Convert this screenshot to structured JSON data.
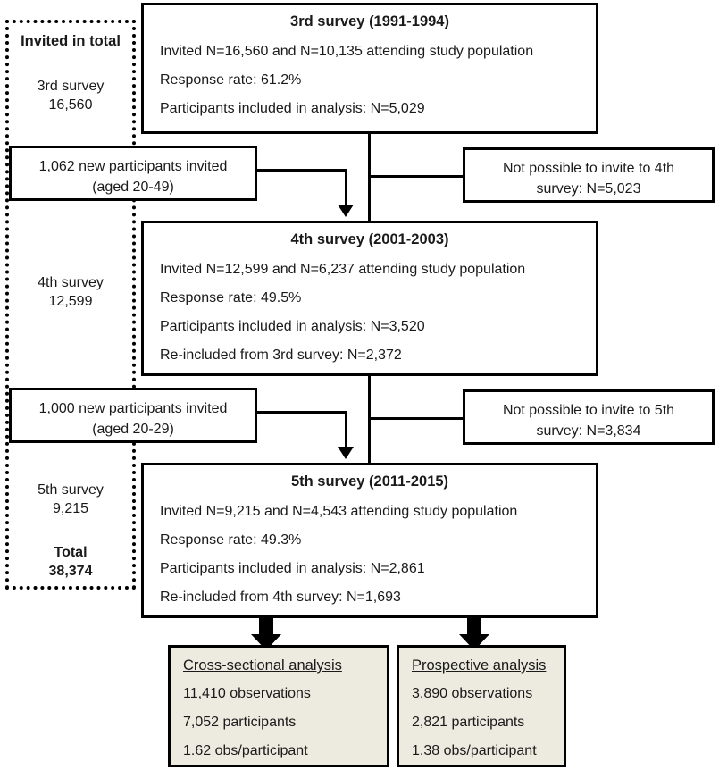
{
  "sidebar": {
    "heading": "Invited in total",
    "entries": [
      {
        "label": "3rd survey",
        "value": "16,560",
        "bold": false
      },
      {
        "label": "4th survey",
        "value": "12,599",
        "bold": false
      },
      {
        "label": "5th survey",
        "value": "9,215",
        "bold": false
      },
      {
        "label": "Total",
        "value": "38,374",
        "bold": true
      }
    ]
  },
  "surveys": [
    {
      "title": "3rd survey (1991-1994)",
      "lines": [
        "Invited N=16,560 and N=10,135 attending study population",
        "Response rate: 61.2%",
        "Participants  included in analysis: N=5,029"
      ]
    },
    {
      "title": "4th survey (2001-2003)",
      "lines": [
        "Invited N=12,599 and N=6,237 attending study population",
        "Response rate: 49.5%",
        "Participants included in analysis: N=3,520",
        "Re-included from 3rd survey: N=2,372"
      ]
    },
    {
      "title": "5th survey (2011-2015)",
      "lines": [
        "Invited N=9,215 and N=4,543 attending study population",
        "Response rate: 49.3%",
        "Participants included in analysis: N=2,861",
        "Re-included from 4th survey: N=1,693"
      ]
    }
  ],
  "new_participants": [
    {
      "line1": "1,062 new participants invited",
      "line2": "(aged 20-49)"
    },
    {
      "line1": "1,000 new participants invited",
      "line2": "(aged 20-29)"
    }
  ],
  "excluded": [
    {
      "line1": "Not possible to invite to 4th",
      "line2": "survey: N=5,023"
    },
    {
      "line1": "Not possible to invite to 5th",
      "line2": "survey: N=3,834"
    }
  ],
  "analysis": [
    {
      "title": "Cross-sectional analysis",
      "lines": [
        "11,410 observations",
        "7,052 participants",
        "1.62 obs/participant"
      ]
    },
    {
      "title": "Prospective analysis",
      "lines": [
        "3,890 observations",
        "2,821 participants",
        "1.38 obs/participant"
      ]
    }
  ],
  "colors": {
    "line": "#000000",
    "analysis_fill": "#edebe0",
    "page": "#ffffff"
  }
}
